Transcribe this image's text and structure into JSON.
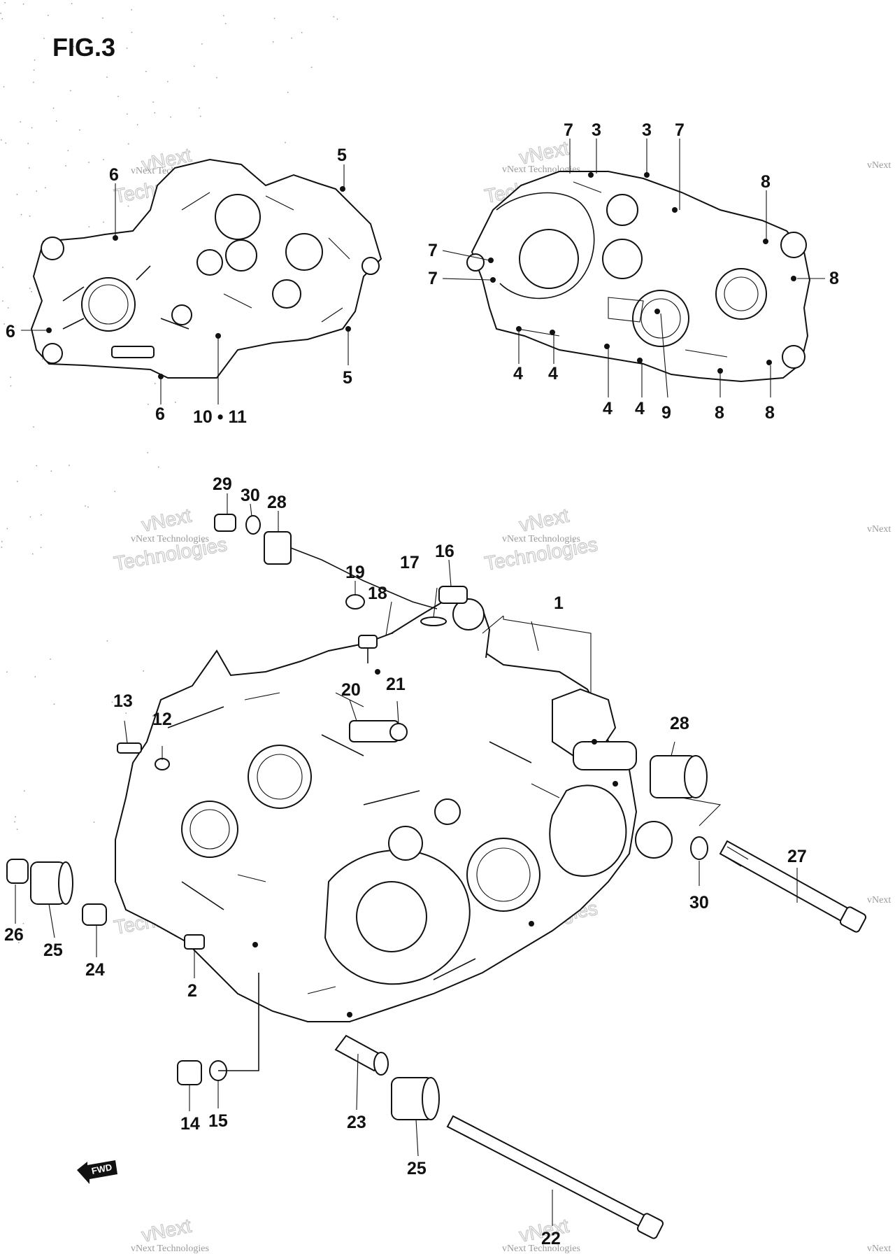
{
  "figure": {
    "title": "FIG.3"
  },
  "watermark": {
    "brand": "vNext",
    "company": "vNext Technologies",
    "word": "Technologies"
  },
  "direction_marker": {
    "text": "FWD"
  },
  "callouts": {
    "left_case": [
      "5",
      "6",
      "6",
      "6",
      "5",
      "6",
      "10 • 11"
    ],
    "right_case": [
      "7",
      "3",
      "3",
      "7",
      "8",
      "7",
      "7",
      "8",
      "4",
      "4",
      "4",
      "4",
      "9",
      "8",
      "8"
    ],
    "assembly": [
      "29",
      "30",
      "28",
      "19",
      "18",
      "17",
      "16",
      "1",
      "13",
      "12",
      "20",
      "21",
      "28",
      "27",
      "30",
      "26",
      "25",
      "24",
      "2",
      "14",
      "15",
      "23",
      "25",
      "22"
    ]
  },
  "colors": {
    "ink": "#111111",
    "paper": "#ffffff",
    "watermark": "#9a9a9a"
  }
}
